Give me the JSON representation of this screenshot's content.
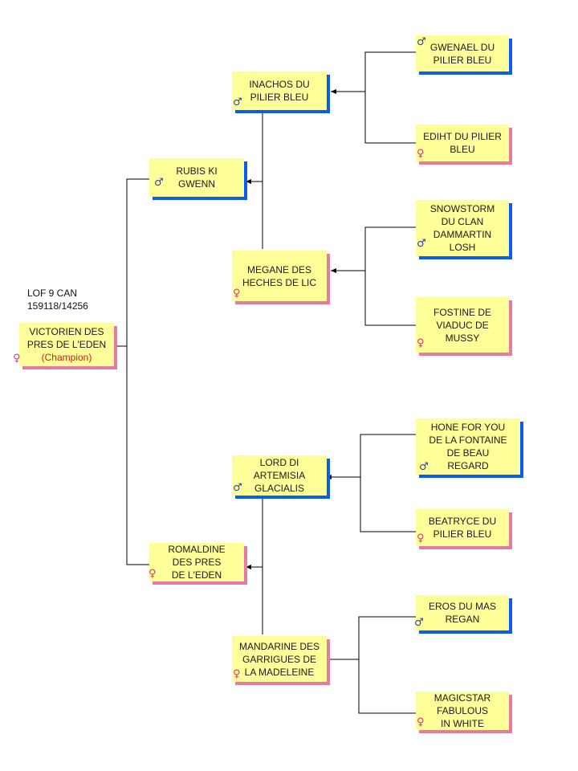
{
  "registration": "LOF 9 CAN\n159118/14256",
  "colors": {
    "node_fill": "#ffff99",
    "male_shadow": "#0a5cf5",
    "female_shadow": "#e8799f",
    "title_text": "#c0221b"
  },
  "nodes": {
    "subject": {
      "name": "VICTORIEN DES\nPRES DE L'EDEN",
      "title": "(Champion)",
      "sex": "female"
    },
    "sire": {
      "name": "RUBIS KI\nGWENN",
      "sex": "male"
    },
    "dam": {
      "name": "ROMALDINE\nDES PRES\nDE L'EDEN",
      "sex": "female"
    },
    "ss": {
      "name": "INACHOS DU\nPILIER BLEU",
      "sex": "male"
    },
    "sd": {
      "name": "MEGANE DES\nHECHES DE LIC",
      "sex": "female"
    },
    "ds": {
      "name": "LORD DI\nARTEMISIA\nGLACIALIS",
      "sex": "male"
    },
    "dd": {
      "name": "MANDARINE DES\nGARRIGUES DE\nLA MADELEINE",
      "sex": "female"
    },
    "sss": {
      "name": "GWENAEL DU\nPILIER BLEU",
      "sex": "male"
    },
    "ssd": {
      "name": "EDIHT DU PILIER\nBLEU",
      "sex": "female"
    },
    "sds": {
      "name": "SNOWSTORM\nDU CLAN\nDAMMARTIN\nLOSH",
      "sex": "male"
    },
    "sdd": {
      "name": "FOSTINE DE\nVIADUC DE\nMUSSY",
      "sex": "female"
    },
    "dss": {
      "name": "HONE FOR YOU\nDE LA FONTAINE\nDE BEAU\nREGARD",
      "sex": "male"
    },
    "dsd": {
      "name": "BEATRYCE DU\nPILIER BLEU",
      "sex": "female"
    },
    "dds": {
      "name": "EROS DU MAS\nREGAN",
      "sex": "male"
    },
    "ddd": {
      "name": "MAGICSTAR\nFABULOUS\nIN WHITE",
      "sex": "female"
    }
  }
}
